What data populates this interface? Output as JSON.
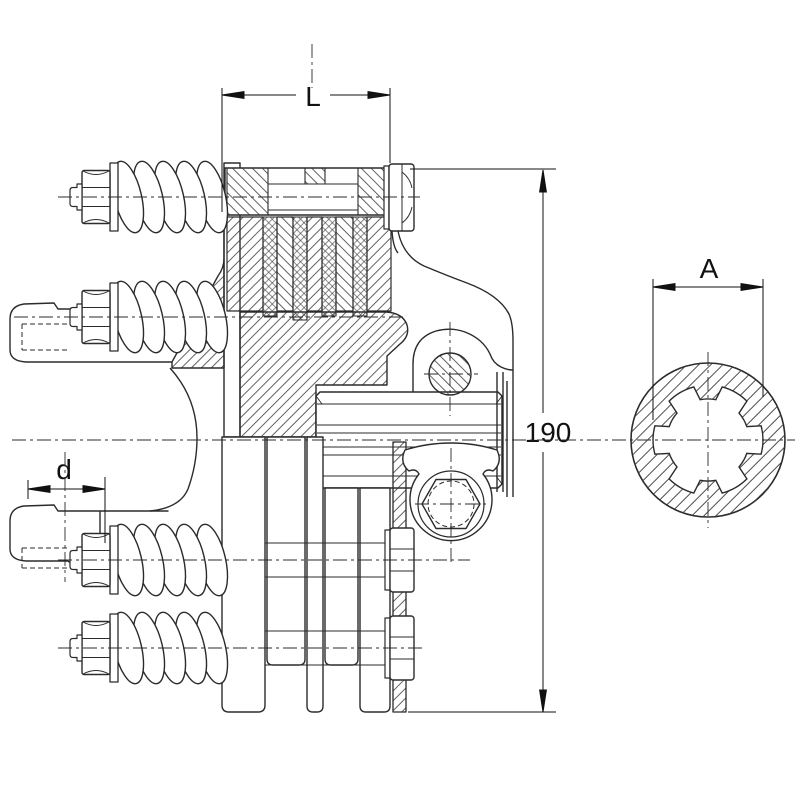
{
  "page": {
    "background": "#ffffff",
    "line_color": "#2b2b2b",
    "hatch_color": "#3a3a3a"
  },
  "drawing": {
    "description": "Cross-section of a friction clutch torque limiter with four compression springs, friction disc pack, yoke and splined bore end view",
    "labels": {
      "width": "L",
      "overall_diameter": "190",
      "spline_bore": "A",
      "hub_bore": "d"
    }
  }
}
